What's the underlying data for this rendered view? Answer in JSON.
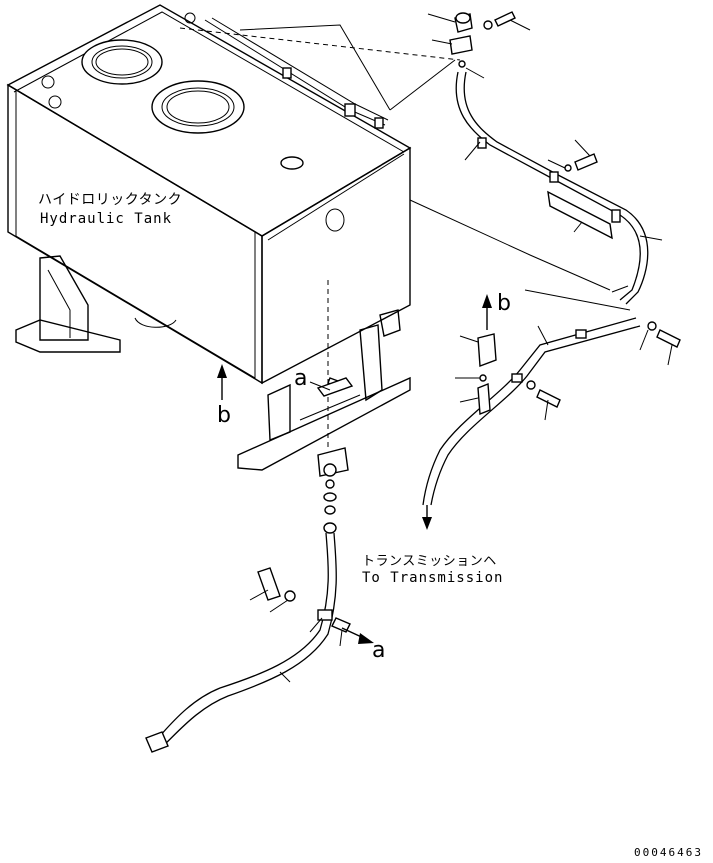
{
  "labels": {
    "tank_jp": "ハイドロリックタンク",
    "tank_en": "Hydraulic Tank",
    "transmission_jp": "トランスミッションヘ",
    "transmission_en": "To Transmission",
    "mark_a": "a",
    "mark_b": "b",
    "drawing_code": "00046463"
  }
}
